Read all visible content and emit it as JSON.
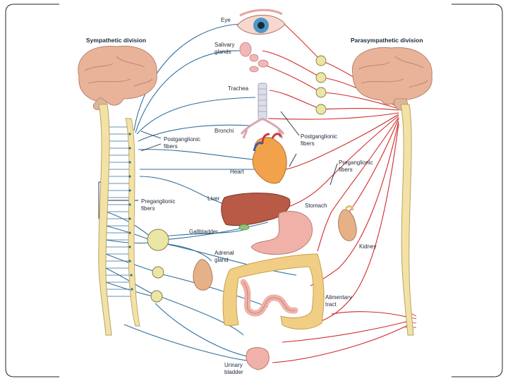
{
  "headings": {
    "sympathetic": "Sympathetic division",
    "parasympathetic": "Parasympathetic division"
  },
  "organs": {
    "eye": "Eye",
    "salivary": [
      "Salivary",
      "glands"
    ],
    "trachea": "Trachea",
    "bronchi": "Bronchi",
    "heart": "Heart",
    "liver": "Liver",
    "gallbladder": "Gallbladder",
    "adrenal": [
      "Adrenal",
      "gland"
    ],
    "stomach": "Stomach",
    "kidney": "Kidney",
    "alimentary": [
      "Alimentary",
      "tract"
    ],
    "bladder": [
      "Urinary",
      "bladder"
    ]
  },
  "fibers": {
    "postganglionic_left": [
      "Postganglionic",
      "fibers"
    ],
    "preganglionic_left": [
      "Preganglionic",
      "fibers"
    ],
    "postganglionic_right": [
      "Postganglionic",
      "fibers"
    ],
    "preganglionic_right": [
      "Preganglionic",
      "fibers"
    ]
  },
  "colors": {
    "sympathetic_nerve": "#2f6f9c",
    "parasympathetic_nerve": "#d22a2a",
    "brain": "#e9b39a",
    "spinal_cord": "#f2e2a6",
    "ganglion": "#e9e6a6"
  }
}
